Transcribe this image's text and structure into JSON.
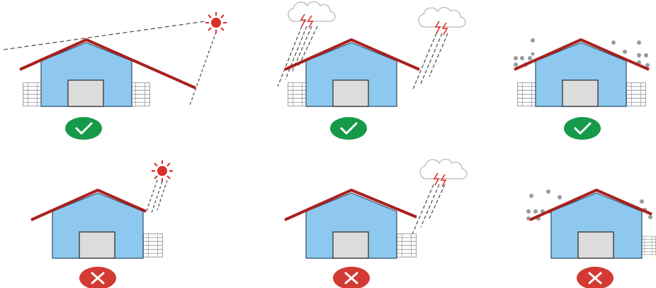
{
  "colors": {
    "wall": "#8ec8ee",
    "wall_stroke": "#2a4f6e",
    "roof": "#a8201e",
    "door": "#dcdcdc",
    "fence": "#9a9a9a",
    "sun": "#d9302a",
    "cloud_stroke": "#b8b8b8",
    "lightning": "#d9302a",
    "snow": "#9a9a9a",
    "ray": "#555555",
    "ok_badge": "#169a4a",
    "bad_badge": "#d23a33"
  },
  "panels": [
    {
      "id": "sun-ok",
      "hazard": "sun",
      "result": "ok",
      "badge_icon": "check-icon"
    },
    {
      "id": "lightning-ok",
      "hazard": "lightning",
      "result": "ok",
      "badge_icon": "check-icon"
    },
    {
      "id": "snow-ok",
      "hazard": "snow",
      "result": "ok",
      "badge_icon": "check-icon"
    },
    {
      "id": "sun-bad",
      "hazard": "sun",
      "result": "bad",
      "badge_icon": "cross-icon"
    },
    {
      "id": "lightning-bad",
      "hazard": "lightning",
      "result": "bad",
      "badge_icon": "cross-icon"
    },
    {
      "id": "snow-bad",
      "hazard": "snow",
      "result": "bad",
      "badge_icon": "cross-icon"
    }
  ]
}
